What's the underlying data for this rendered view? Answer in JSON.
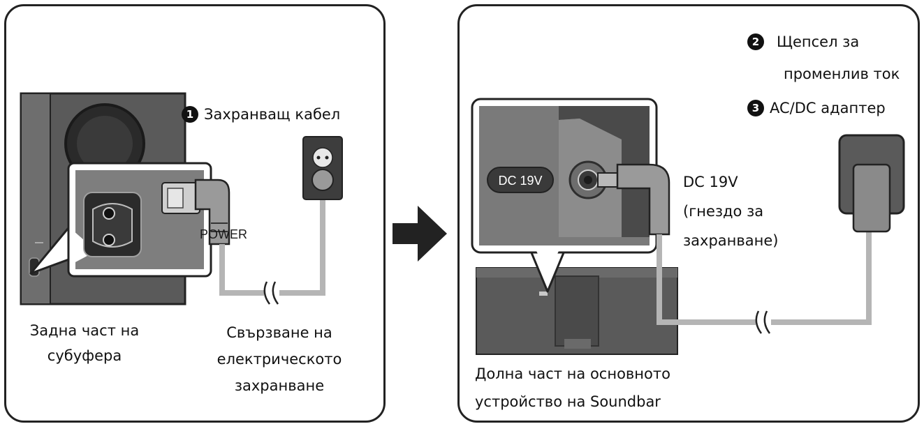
{
  "labels": {
    "power_cable_num": "1",
    "power_cable": "Захранващ кабел",
    "sub_rear_line1": "Задна част на",
    "sub_rear_line2": "субуфера",
    "connect_line1": "Свързване на",
    "connect_line2": "електрическото",
    "connect_line3": "захранване",
    "power_port": "POWER",
    "ac_plug_num": "2",
    "ac_plug_line1": "Щепсел за",
    "ac_plug_line2": "променлив ток",
    "adapter_num": "3",
    "adapter": "AC/DC адаптер",
    "dc_badge": "DC 19V",
    "dc_jack_line1": "DC 19V",
    "dc_jack_line2": "(гнездо за",
    "dc_jack_line3": "захранване)",
    "soundbar_line1": "Долна част на основното",
    "soundbar_line2": "устройство на Soundbar"
  },
  "colors": {
    "device_dark": "#4a4a4a",
    "device_mid": "#7a7a7a",
    "device_light": "#a8a8a8",
    "cable": "#b5b5b5",
    "outline": "#222222"
  },
  "icons": [
    "right-arrow-icon",
    "wall-socket-icon",
    "adapter-icon",
    "cable-break-icon"
  ]
}
